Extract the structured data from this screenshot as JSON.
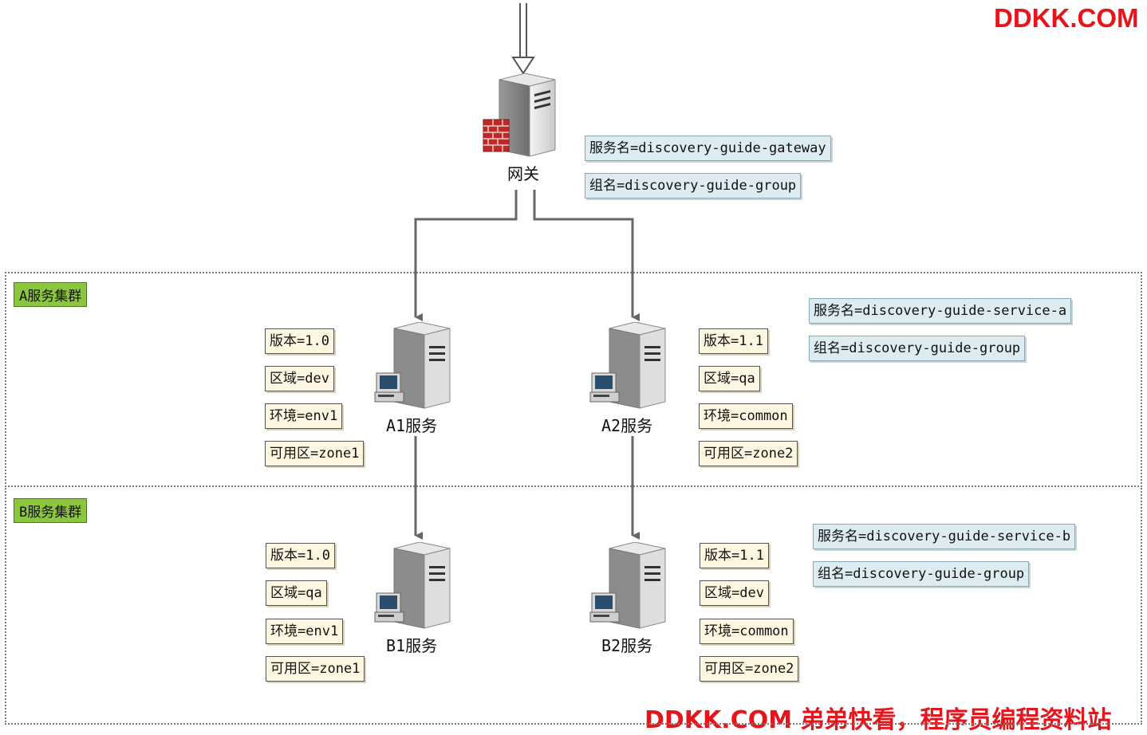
{
  "watermark": {
    "top": "DDKK.COM",
    "bottom": "DDKK.COM 弟弟快看，程序员编程资料站"
  },
  "gateway": {
    "label": "网关",
    "service_name": "服务名=discovery-guide-gateway",
    "group": "组名=discovery-guide-group"
  },
  "cluster_a": {
    "label": "A服务集群",
    "service_name": "服务名=discovery-guide-service-a",
    "group": "组名=discovery-guide-group",
    "nodes": [
      {
        "label": "A1服务",
        "tags": [
          "版本=1.0",
          "区域=dev",
          "环境=env1",
          "可用区=zone1"
        ]
      },
      {
        "label": "A2服务",
        "tags": [
          "版本=1.1",
          "区域=qa",
          "环境=common",
          "可用区=zone2"
        ]
      }
    ]
  },
  "cluster_b": {
    "label": "B服务集群",
    "service_name": "服务名=discovery-guide-service-b",
    "group": "组名=discovery-guide-group",
    "nodes": [
      {
        "label": "B1服务",
        "tags": [
          "版本=1.0",
          "区域=qa",
          "环境=env1",
          "可用区=zone1"
        ]
      },
      {
        "label": "B2服务",
        "tags": [
          "版本=1.1",
          "区域=dev",
          "环境=common",
          "可用区=zone2"
        ]
      }
    ]
  },
  "colors": {
    "watermark": "#e8141b",
    "cluster_label_bg": "#8cc63f",
    "tag_yellow": "#fdf6e0",
    "tag_blue": "#dcecf1",
    "wire": "#666666"
  }
}
